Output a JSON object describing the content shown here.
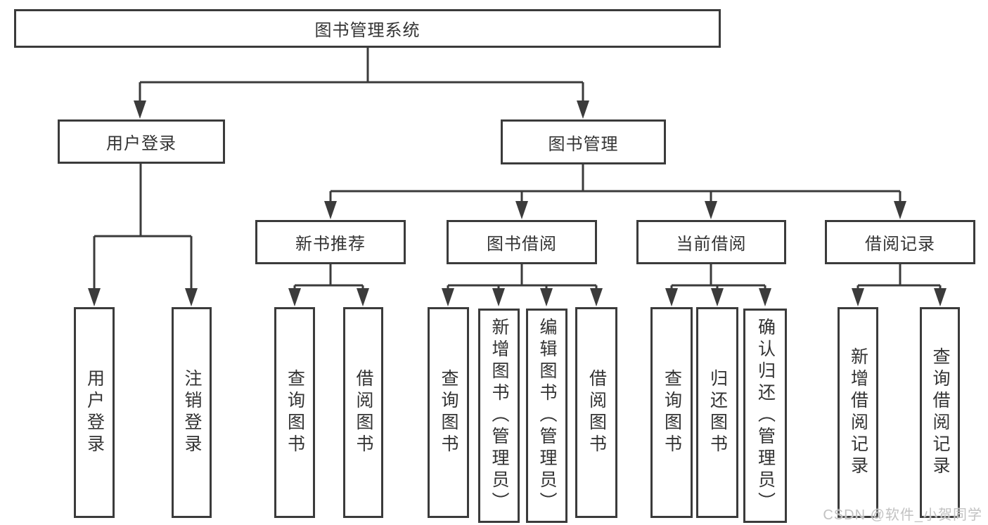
{
  "style": {
    "line_color": "#3b3b3b",
    "box_border_color": "#3b3b3b",
    "text_color": "#333333",
    "watermark_color": "#c2c2c2"
  },
  "watermark": {
    "text": "CSDN @软件_小贺同学"
  },
  "tree": {
    "root": {
      "label": "图书管理系统",
      "children": [
        {
          "label": "用户登录",
          "children": [
            {
              "label": "用户登录"
            },
            {
              "label": "注销登录"
            }
          ]
        },
        {
          "label": "图书管理",
          "children": [
            {
              "label": "新书推荐",
              "children": [
                {
                  "label": "查询图书"
                },
                {
                  "label": "借阅图书"
                }
              ]
            },
            {
              "label": "图书借阅",
              "children": [
                {
                  "label": "查询图书"
                },
                {
                  "label": "新增图书（管理员）"
                },
                {
                  "label": "编辑图书（管理员）"
                },
                {
                  "label": "借阅图书"
                }
              ]
            },
            {
              "label": "当前借阅",
              "children": [
                {
                  "label": "查询图书"
                },
                {
                  "label": "归还图书"
                },
                {
                  "label": "确认归还（管理员）"
                }
              ]
            },
            {
              "label": "借阅记录",
              "children": [
                {
                  "label": "新增借阅记录"
                },
                {
                  "label": "查询借阅记录"
                }
              ]
            }
          ]
        }
      ]
    }
  }
}
